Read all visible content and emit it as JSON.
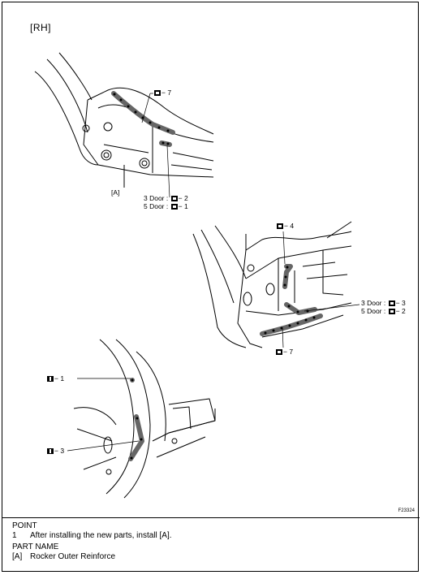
{
  "header": {
    "side": "[RH]"
  },
  "figure": {
    "code": "F23324",
    "labels": {
      "top_spot": "− 7",
      "top_bracket": "[A]",
      "top_3door": "3 Door :",
      "top_3door_val": "− 2",
      "top_5door": "5 Door :",
      "top_5door_val": "− 1",
      "mid_spot_top": "− 4",
      "mid_3door": "3 Door :",
      "mid_3door_val": "− 3",
      "mid_5door": "5 Door :",
      "mid_5door_val": "− 2",
      "mid_spot_bottom": "− 7",
      "bot_weld_1": "− 1",
      "bot_weld_3": "− 3"
    }
  },
  "notes": {
    "point_heading": "POINT",
    "point_num": "1",
    "point_text": "After installing the new parts, install [A].",
    "partname_heading": "PART NAME",
    "part_ref": "[A]",
    "part_name": "Rocker Outer Reinforce"
  }
}
